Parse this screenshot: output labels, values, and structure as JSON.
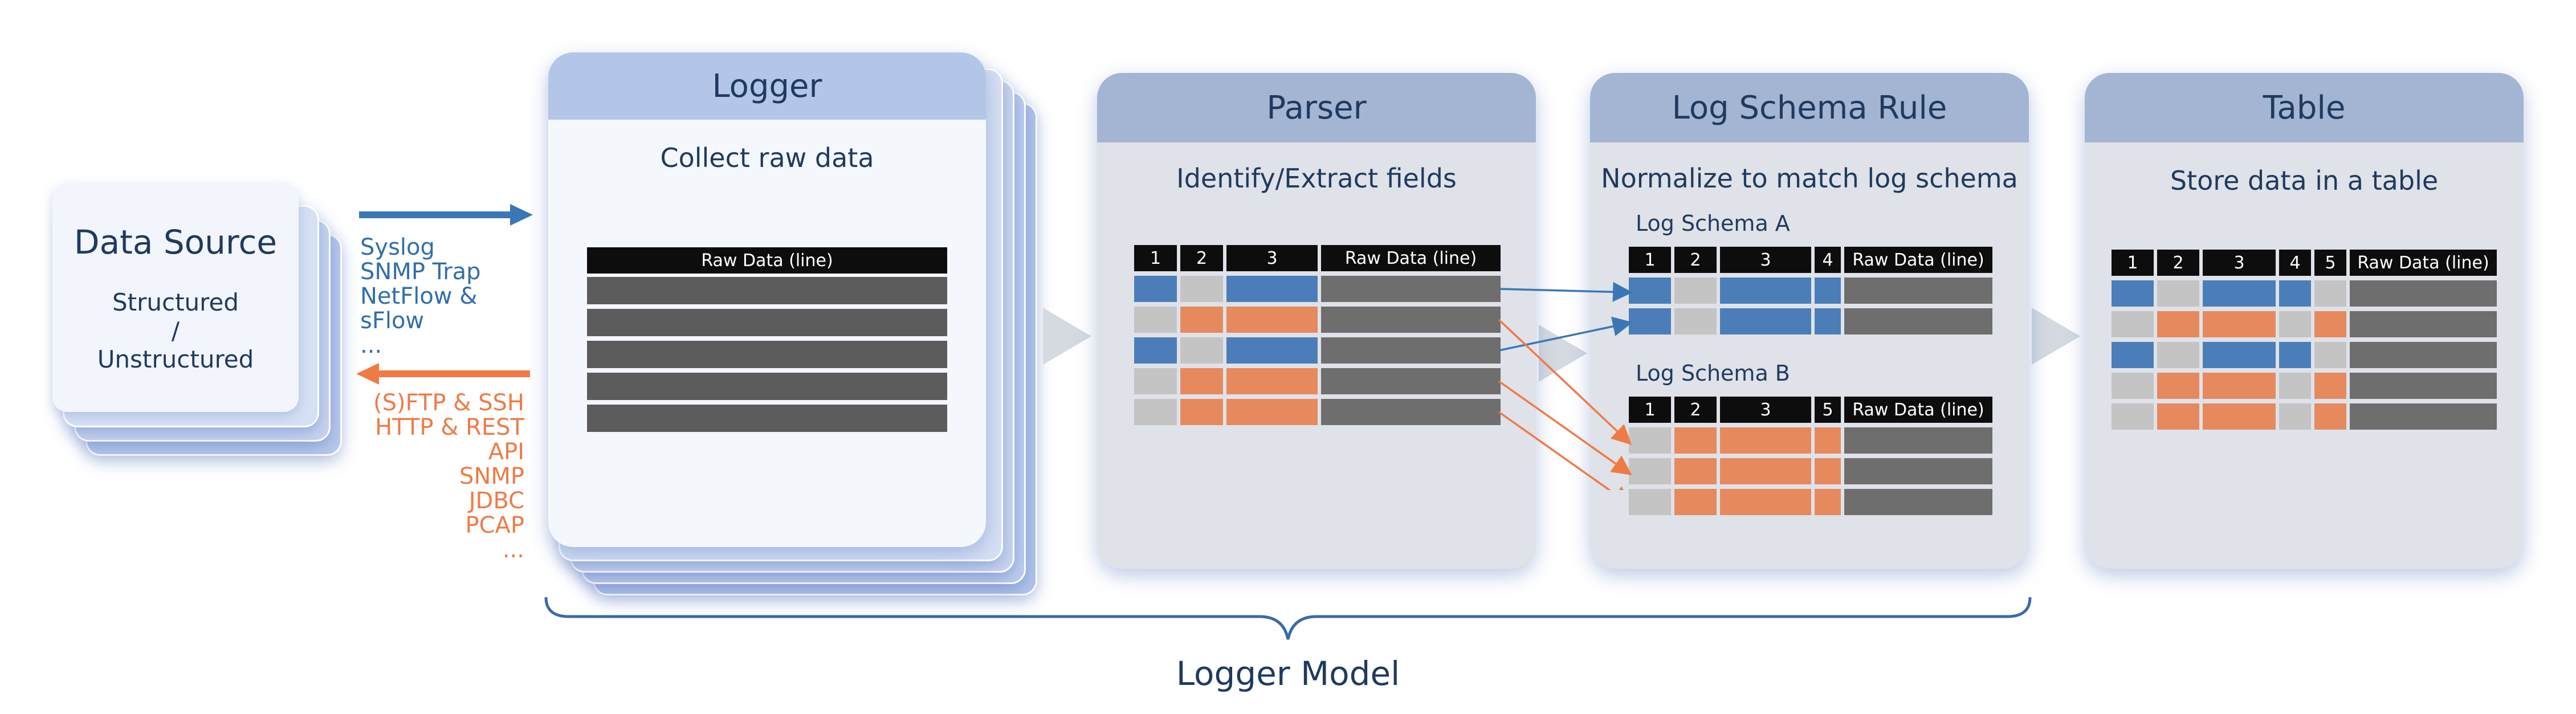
{
  "data_source": {
    "title": "Data Source",
    "line1": "Structured",
    "line2": "/",
    "line3": "Unstructured"
  },
  "protocols_in": [
    "Syslog",
    "SNMP Trap",
    "NetFlow & sFlow",
    "..."
  ],
  "protocols_out": [
    "(S)FTP & SSH",
    "HTTP & REST API",
    "SNMP",
    "JDBC",
    "PCAP",
    "..."
  ],
  "logger": {
    "title": "Logger",
    "subtitle": "Collect raw data",
    "raw_header": "Raw Data (line)"
  },
  "parser": {
    "title": "Parser",
    "subtitle": "Identify/Extract fields",
    "headers": [
      "1",
      "2",
      "3",
      "Raw Data (line)"
    ]
  },
  "schema_rule": {
    "title": "Log Schema Rule",
    "subtitle": "Normalize to match log schema",
    "schema_a_label": "Log Schema A",
    "schema_a_headers": [
      "1",
      "2",
      "3",
      "4",
      "Raw Data (line)"
    ],
    "schema_b_label": "Log Schema B",
    "schema_b_headers": [
      "1",
      "2",
      "3",
      "5",
      "Raw Data (line)"
    ]
  },
  "table": {
    "title": "Table",
    "subtitle": "Store data in a table",
    "headers": [
      "1",
      "2",
      "3",
      "4",
      "5",
      "Raw Data (line)"
    ]
  },
  "logger_model_label": "Logger Model",
  "colors": {
    "blue": "#4b7eb9",
    "orange": "#e68a5e",
    "gray": "#c4c4c4",
    "dark": "#6e6e6e",
    "header_blue": "#a3b5d3",
    "logger_header": "#b3c6e8",
    "text": "#1f3a5f",
    "arrow_blue": "#3a78b5",
    "arrow_orange": "#f07a45"
  }
}
